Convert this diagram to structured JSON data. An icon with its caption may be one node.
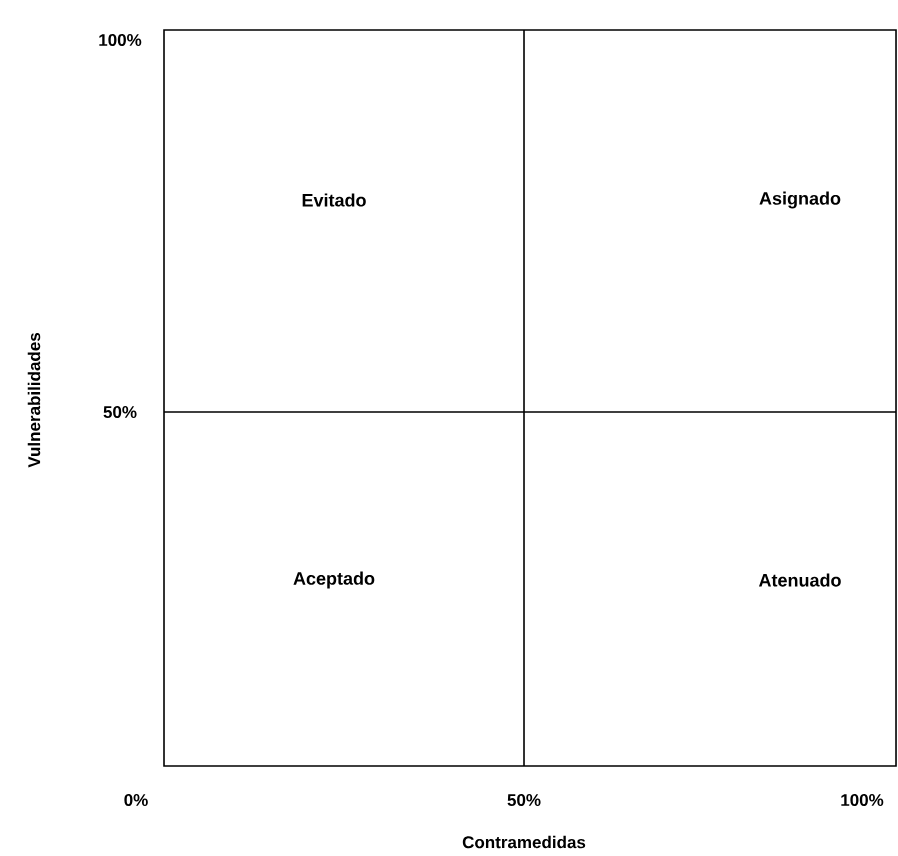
{
  "diagram": {
    "nodes": [
      {
        "text": [
          "Evitado"
        ]
      },
      {
        "text": [
          "Asignado"
        ]
      },
      {
        "text": [
          "Aceptado"
        ]
      },
      {
        "text": [
          "Atenuado"
        ]
      }
    ],
    "labels": [
      "100%",
      "Vulnerabilidades",
      "50%",
      "0%",
      "50%",
      "100%",
      "Contramedidas"
    ]
  }
}
